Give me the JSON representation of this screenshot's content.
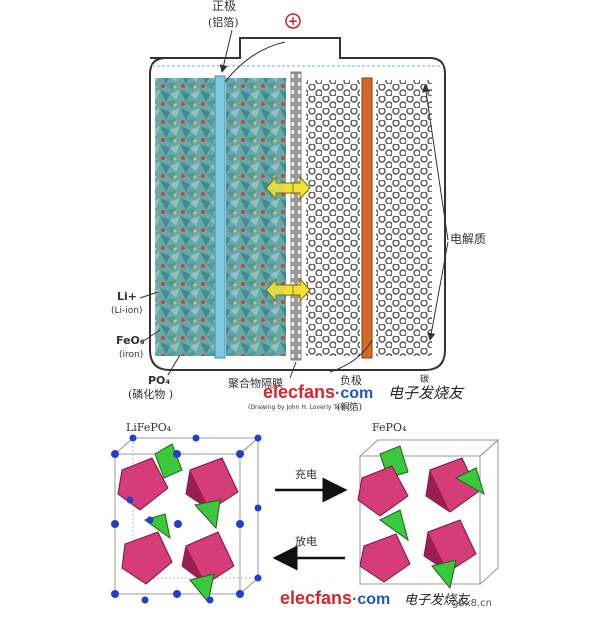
{
  "battery": {
    "positive_label": "正极",
    "positive_sub": "(铝箔)",
    "plus_symbol": "⊕",
    "electrolyte_label": "电解质",
    "li_label": "Li+",
    "li_sub": "(Li-ion)",
    "feo_label": "FeO₆",
    "feo_sub": "(iron)",
    "po_label": "PO₄",
    "po_sub": "(磷化物 )",
    "separator_label": "聚合物隔膜",
    "negative_label": "负极",
    "negative_sub": "(铜箔)",
    "carbon_label": "碳",
    "credit": "(Drawing by John H. Loverly Tech.)"
  },
  "crystal": {
    "left_title": "LiFePO₄",
    "right_title": "FePO₄",
    "charge_label": "充电",
    "discharge_label": "放电"
  },
  "watermarks": {
    "site": "elecfans",
    "dotcom": "·com",
    "cn_name": "电子发烧友",
    "corner": "gbx8.cn"
  },
  "colors": {
    "positive_foil": "#7ec8e3",
    "negative_foil": "#d2692a",
    "watermark_red": "#d8262c",
    "octa_pink": "#d63c78",
    "tetra_green": "#4bd24b",
    "li_blue": "#1f3fd0"
  }
}
